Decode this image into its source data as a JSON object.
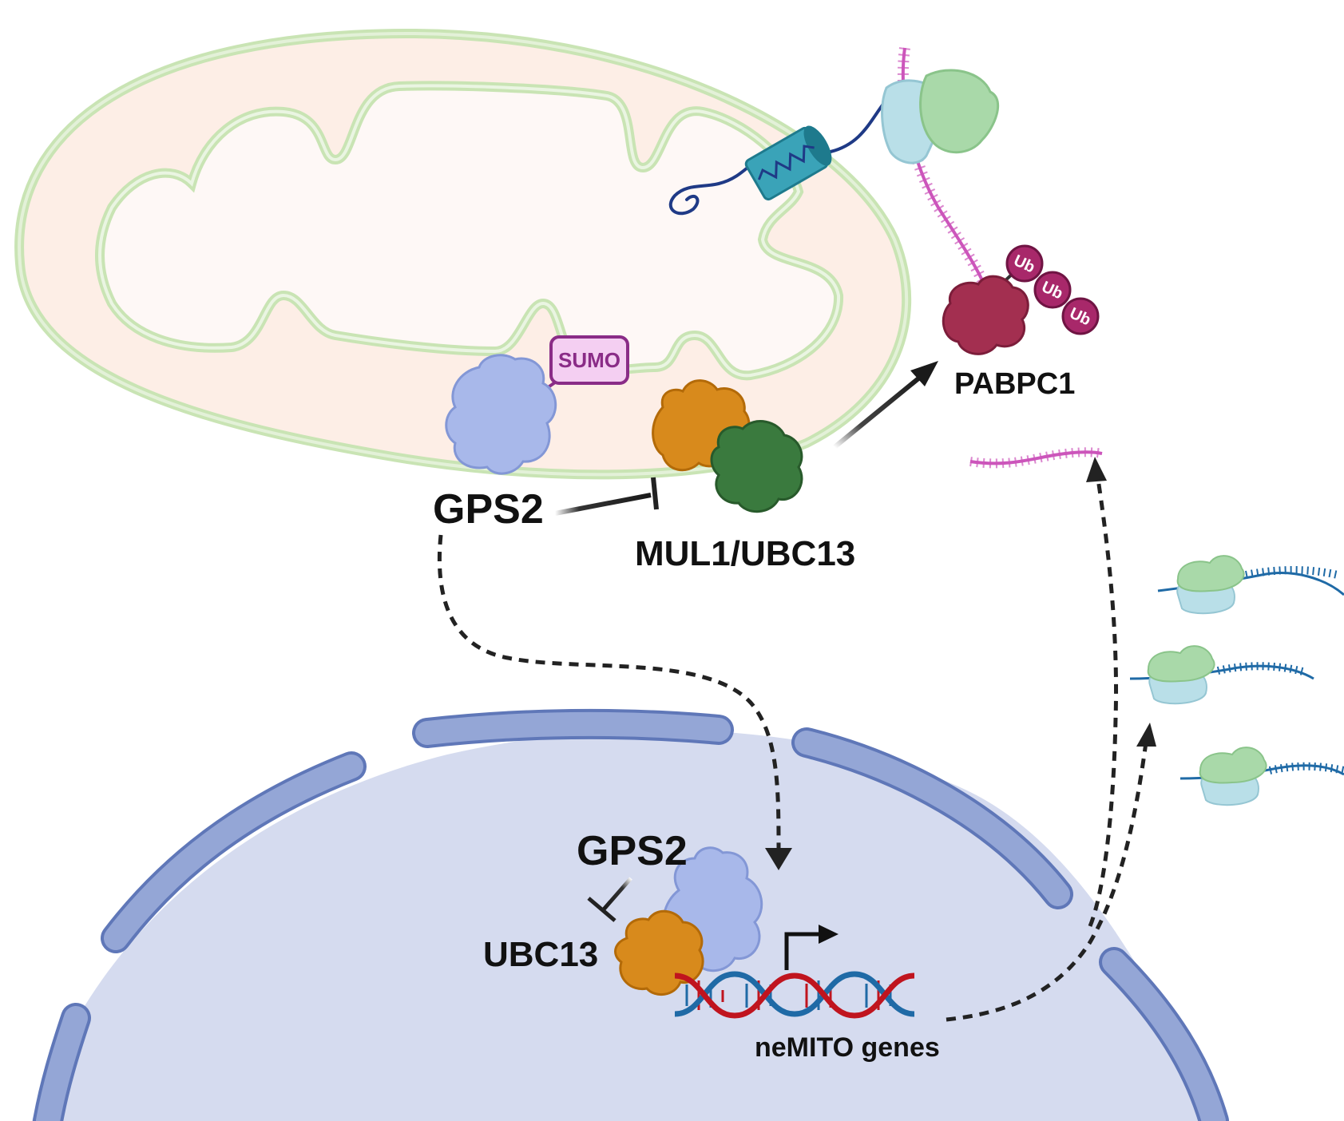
{
  "labels": {
    "gps2_top": "GPS2",
    "mul1_ubc13": "MUL1/UBC13",
    "pabpc1": "PABPC1",
    "sumo": "SUMO",
    "ub_1": "Ub",
    "ub_2": "Ub",
    "ub_3": "Ub",
    "gps2_nucleus": "GPS2",
    "ubc13": "UBC13",
    "nemito_genes": "neMITO genes"
  },
  "colors": {
    "mito_outer_fill": "#fdeee6",
    "mito_membrane": "#c9e4b4",
    "mito_inner_fill": "#fef8f6",
    "nucleus_fill": "#d5dbef",
    "nuclear_envelope": "#94a6d6",
    "gps2_protein": "#a8b8ea",
    "mul1_protein": "#d88a1c",
    "ubc13_protein": "#3a7a3e",
    "pabpc1_protein": "#a32f50",
    "ubiquitin": "#a8286a",
    "sumo_fill": "#f4cff2",
    "sumo_border": "#8a2c87",
    "mrna": "#cc55bb",
    "dna_red": "#c0141e",
    "dna_blue": "#1f6aa6",
    "tom_channel": "#3aa3b8",
    "ribosome_large": "#a9d9a9",
    "ribosome_small": "#b9dfe8",
    "arrow": "#222222"
  }
}
